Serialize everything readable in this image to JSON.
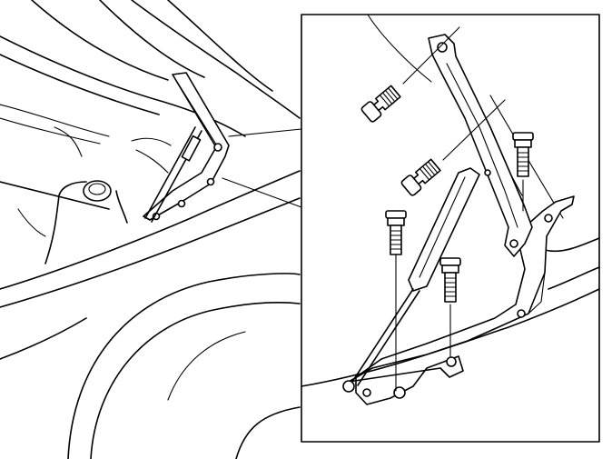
{
  "figure": {
    "background": "#ffffff",
    "line_color": "#000000"
  },
  "main_view": {
    "components": [
      "hood-edge",
      "hood-hinge",
      "gas-strut",
      "reservoir-cap",
      "wheel-arch"
    ]
  },
  "detail_view": {
    "components": [
      "hinge-arm",
      "hinge-base-plate",
      "gas-strut",
      "bolt",
      "bolt",
      "bolt",
      "bolt",
      "bolt"
    ]
  }
}
